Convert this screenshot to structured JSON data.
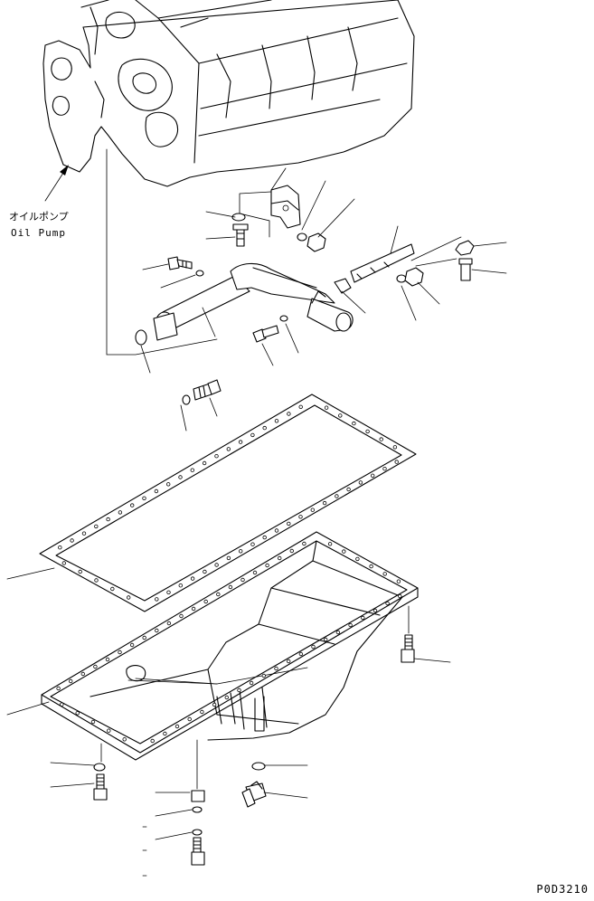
{
  "labels": {
    "oil_pump_ja": "オイルポンプ",
    "oil_pump_en": "Oil Pump"
  },
  "drawing_code": "P0D3210",
  "colors": {
    "line": "#000000",
    "background": "#ffffff"
  }
}
